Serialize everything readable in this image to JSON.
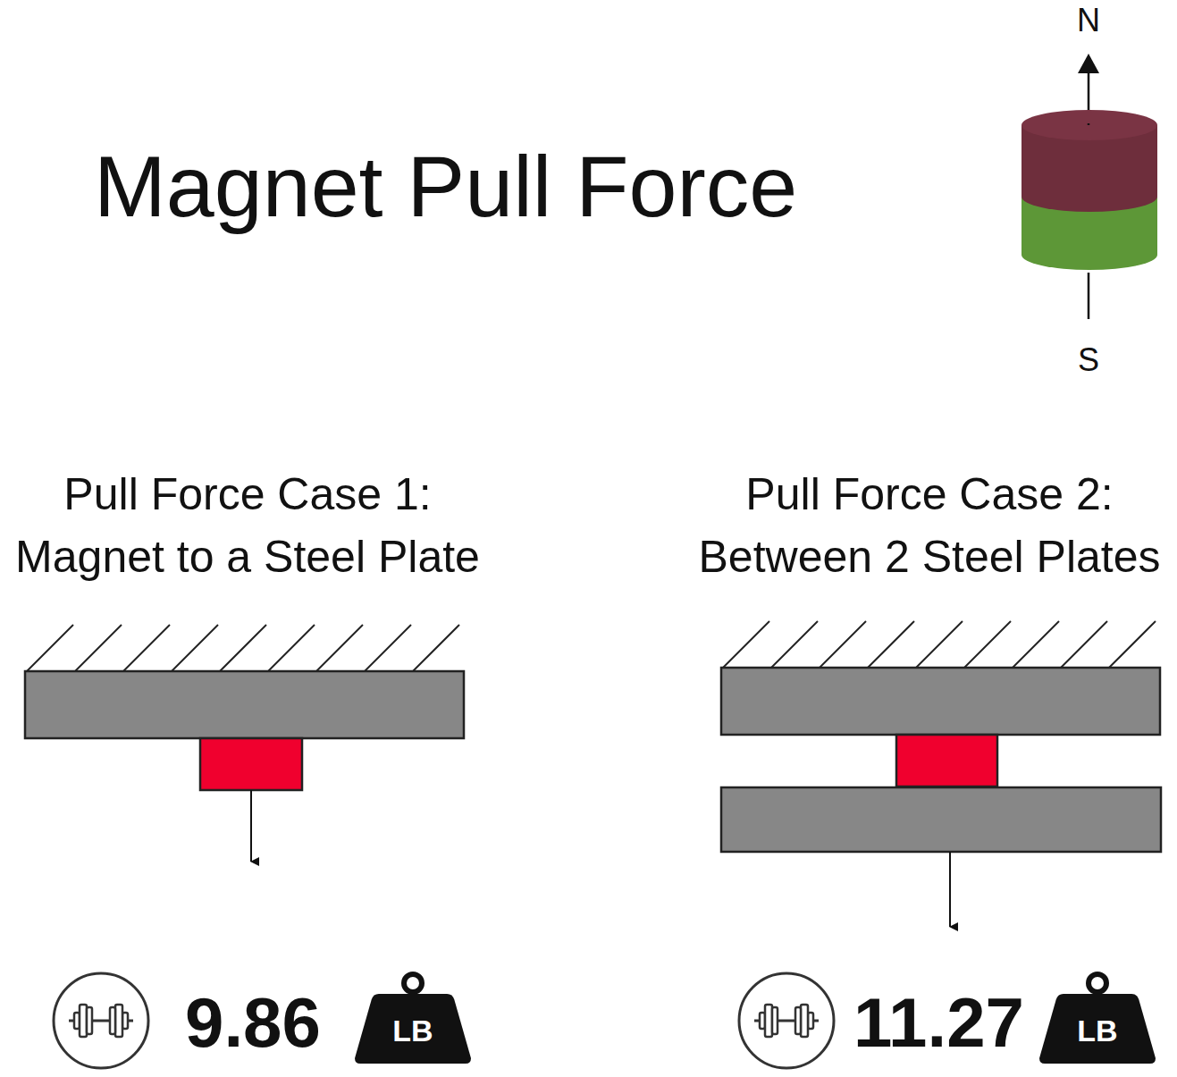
{
  "diagram": {
    "title": "Magnet Pull Force",
    "nodes": [
      {
        "text": [
          "LB"
        ]
      },
      {
        "text": [
          "LB"
        ]
      }
    ],
    "labels": [
      "N",
      "S",
      "Pull Force Case 1:",
      "Magnet to a Steel Plate",
      "Pull Force Case 2:",
      "Between 2 Steel Plates",
      "9.86",
      "11.27"
    ]
  }
}
